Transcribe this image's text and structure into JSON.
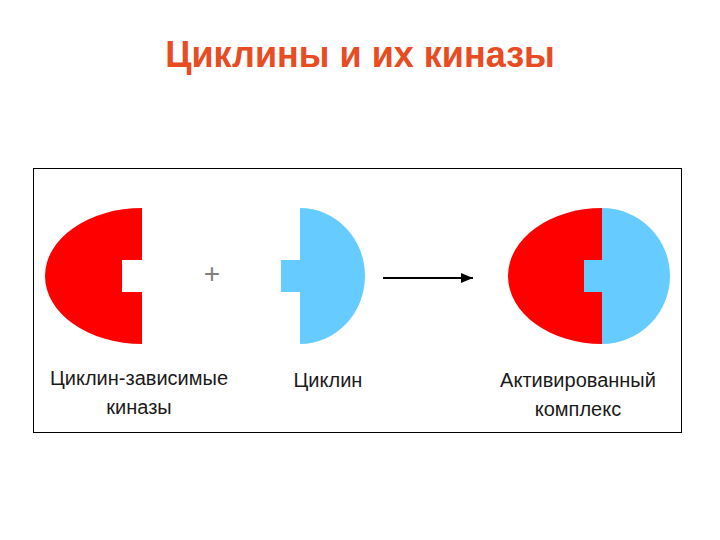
{
  "diagram": {
    "title": "Циклины и их киназы",
    "nodes": [
      {
        "text": [
          "Циклин-зависимые киназы"
        ]
      },
      {
        "text": [
          "Циклин"
        ]
      },
      {
        "text": [
          "Активированный комплекс"
        ]
      }
    ],
    "edges": [
      {
        "from": 1,
        "to": 2,
        "arrow": "to"
      }
    ],
    "labels": [
      "+"
    ]
  }
}
